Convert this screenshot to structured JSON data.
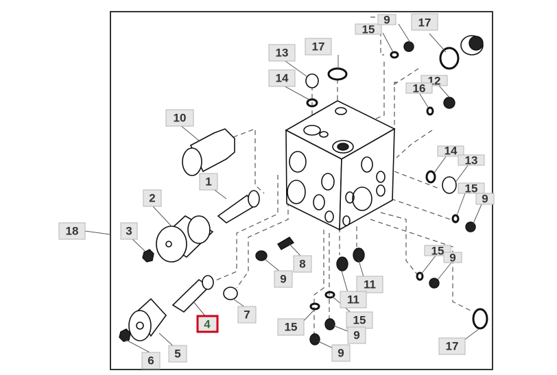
{
  "diagram": {
    "title": "Hydraulic valve block exploded parts diagram",
    "highlight_color": "#d0021b",
    "highlighted_callout": "4",
    "callouts": [
      {
        "id": "c18",
        "text": "18"
      },
      {
        "id": "c10",
        "text": "10"
      },
      {
        "id": "c1",
        "text": "1"
      },
      {
        "id": "c2",
        "text": "2"
      },
      {
        "id": "c3",
        "text": "3"
      },
      {
        "id": "c4",
        "text": "4"
      },
      {
        "id": "c5",
        "text": "5"
      },
      {
        "id": "c6",
        "text": "6"
      },
      {
        "id": "c7",
        "text": "7"
      },
      {
        "id": "c8",
        "text": "8"
      },
      {
        "id": "c9a",
        "text": "9"
      },
      {
        "id": "c13a",
        "text": "13"
      },
      {
        "id": "c14a",
        "text": "14"
      },
      {
        "id": "c17a",
        "text": "17"
      },
      {
        "id": "c15a",
        "text": "15"
      },
      {
        "id": "c9b",
        "text": "9"
      },
      {
        "id": "c17b",
        "text": "17"
      },
      {
        "id": "c12",
        "text": "12"
      },
      {
        "id": "c16",
        "text": "16"
      },
      {
        "id": "c14b",
        "text": "14"
      },
      {
        "id": "c13b",
        "text": "13"
      },
      {
        "id": "c15b",
        "text": "15"
      },
      {
        "id": "c9c",
        "text": "9"
      },
      {
        "id": "c15c",
        "text": "15"
      },
      {
        "id": "c9d",
        "text": "9"
      },
      {
        "id": "c11a",
        "text": "11"
      },
      {
        "id": "c11b",
        "text": "11"
      },
      {
        "id": "c15d",
        "text": "15"
      },
      {
        "id": "c15e",
        "text": "15"
      },
      {
        "id": "c9e",
        "text": "9"
      },
      {
        "id": "c9f",
        "text": "9"
      },
      {
        "id": "c17c",
        "text": "17"
      }
    ]
  }
}
